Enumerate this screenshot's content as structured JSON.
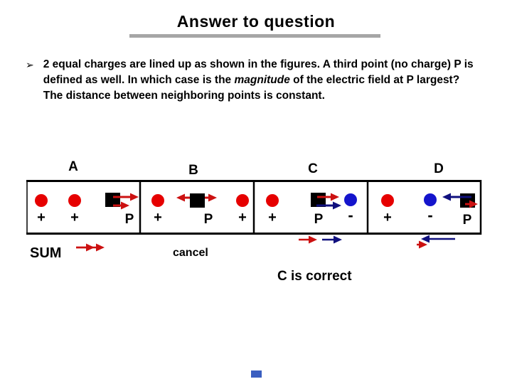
{
  "title": "Answer to question",
  "question": {
    "bullet": "➢",
    "part1": "2 equal charges are lined up as shown in the figures. A third point (no charge) P is defined as well. In which case is the ",
    "italic": "magnitude",
    "part2": " of the electric field at P largest? The distance between neighboring points is constant."
  },
  "sum_label": "SUM",
  "conclusion": "C is correct",
  "colors": {
    "positive_charge": "#e60000",
    "negative_charge": "#1414cc",
    "arrow_red": "#cc1111",
    "arrow_blue": "#10107e",
    "point_marker": "#000000",
    "table_border": "#000000",
    "title_underline": "#a6a6a6",
    "footer_mark": "#3a5ec0"
  },
  "cases": [
    {
      "label": "A",
      "slots": [
        {
          "type": "charge",
          "sign": "+"
        },
        {
          "type": "charge",
          "sign": "+"
        },
        {
          "type": "point",
          "point": "P"
        }
      ],
      "arrows_at_P": [
        "red-right-long",
        "red-right-short"
      ],
      "sum_arrows": [
        "red-right",
        "red-right"
      ]
    },
    {
      "label": "B",
      "slots": [
        {
          "type": "charge",
          "sign": "+"
        },
        {
          "type": "point",
          "point": "P"
        },
        {
          "type": "charge",
          "sign": "+"
        }
      ],
      "arrows_at_P": [
        "red-left",
        "red-right"
      ],
      "sum_text": "cancel"
    },
    {
      "label": "C",
      "slots": [
        {
          "type": "charge",
          "sign": "+"
        },
        {
          "type": "point",
          "point": "P"
        },
        {
          "type": "charge",
          "sign": "-"
        }
      ],
      "arrows_at_P": [
        "red-right",
        "blue-right"
      ],
      "sum_arrows": [
        "red-right",
        "blue-right"
      ]
    },
    {
      "label": "D",
      "slots": [
        {
          "type": "charge",
          "sign": "+"
        },
        {
          "type": "charge",
          "sign": "-"
        },
        {
          "type": "point",
          "point": "P"
        }
      ],
      "arrows_at_P": [
        "blue-left-long",
        "red-right-short"
      ],
      "sum_arrows": [
        "blue-left",
        "red-right-short"
      ]
    }
  ]
}
